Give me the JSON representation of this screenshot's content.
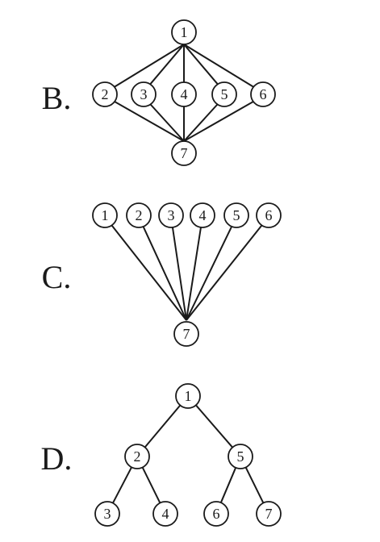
{
  "colors": {
    "ink": "#1a1a1a",
    "background": "#ffffff"
  },
  "diagrams": [
    {
      "label": "B.",
      "nodes": [
        {
          "id": "1",
          "text": "1"
        },
        {
          "id": "2",
          "text": "2"
        },
        {
          "id": "3",
          "text": "3"
        },
        {
          "id": "4",
          "text": "4"
        },
        {
          "id": "5",
          "text": "5"
        },
        {
          "id": "6",
          "text": "6"
        },
        {
          "id": "7",
          "text": "7"
        }
      ],
      "edges": [
        [
          "1",
          "2"
        ],
        [
          "1",
          "3"
        ],
        [
          "1",
          "4"
        ],
        [
          "1",
          "5"
        ],
        [
          "1",
          "6"
        ],
        [
          "2",
          "7"
        ],
        [
          "3",
          "7"
        ],
        [
          "4",
          "7"
        ],
        [
          "5",
          "7"
        ],
        [
          "6",
          "7"
        ]
      ]
    },
    {
      "label": "C.",
      "nodes": [
        {
          "id": "1",
          "text": "1"
        },
        {
          "id": "2",
          "text": "2"
        },
        {
          "id": "3",
          "text": "3"
        },
        {
          "id": "4",
          "text": "4"
        },
        {
          "id": "5",
          "text": "5"
        },
        {
          "id": "6",
          "text": "6"
        },
        {
          "id": "7",
          "text": "7"
        }
      ],
      "edges": [
        [
          "1",
          "7"
        ],
        [
          "2",
          "7"
        ],
        [
          "3",
          "7"
        ],
        [
          "4",
          "7"
        ],
        [
          "5",
          "7"
        ],
        [
          "6",
          "7"
        ]
      ]
    },
    {
      "label": "D.",
      "nodes": [
        {
          "id": "1",
          "text": "1"
        },
        {
          "id": "2",
          "text": "2"
        },
        {
          "id": "3",
          "text": "3"
        },
        {
          "id": "4",
          "text": "4"
        },
        {
          "id": "5",
          "text": "5"
        },
        {
          "id": "6",
          "text": "6"
        },
        {
          "id": "7",
          "text": "7"
        }
      ],
      "edges": [
        [
          "1",
          "2"
        ],
        [
          "1",
          "5"
        ],
        [
          "2",
          "3"
        ],
        [
          "2",
          "4"
        ],
        [
          "5",
          "6"
        ],
        [
          "5",
          "7"
        ]
      ]
    }
  ]
}
